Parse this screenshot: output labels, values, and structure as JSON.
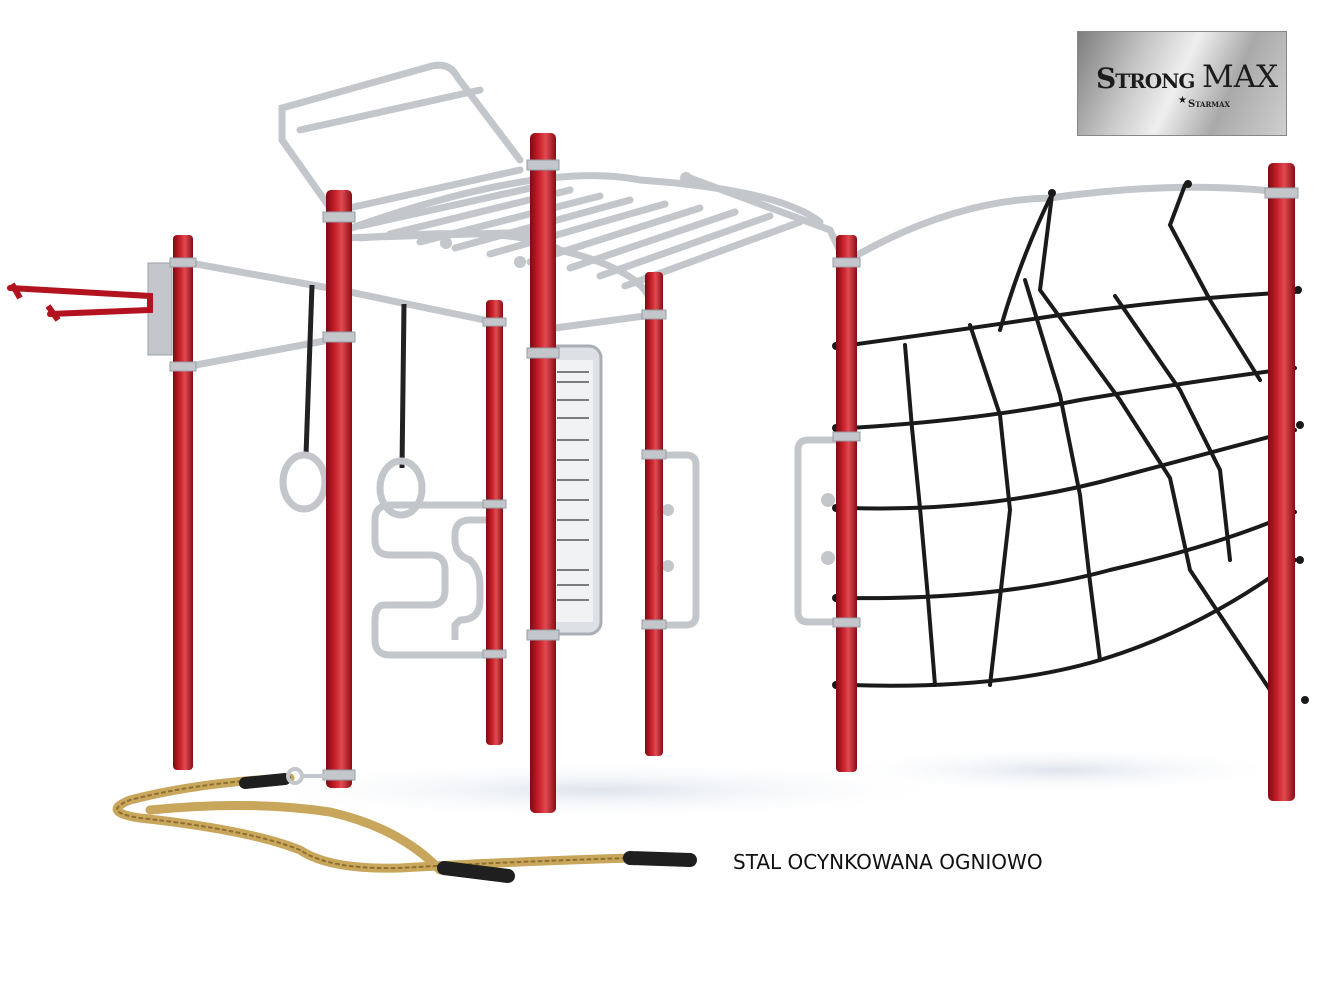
{
  "logo": {
    "brand_main": "Strong",
    "brand_accent": "MAX",
    "brand_sub": "Starmax",
    "star_glyph": "★"
  },
  "caption": "STAL OCYNKOWANA OGNIOWO",
  "colors": {
    "post_red": "#b3121f",
    "steel_grey": "#c3c7cc",
    "net_black": "#1a1a1a",
    "rope_tan": "#c8a65c"
  }
}
